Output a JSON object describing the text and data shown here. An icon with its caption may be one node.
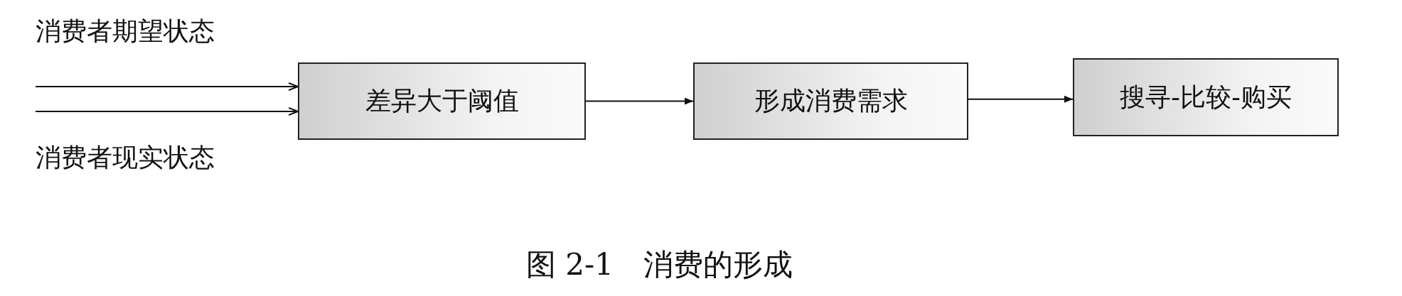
{
  "diagram": {
    "caption": "图 2-1　消费的形成",
    "nodes": [
      {
        "text": [
          "差异大于阈值"
        ]
      },
      {
        "text": [
          "形成消费需求"
        ]
      },
      {
        "text": [
          "搜寻-比较-购买"
        ]
      }
    ],
    "edges": [
      {
        "from": null,
        "to": 0,
        "arrow": "to",
        "label": "消费者期望状态"
      },
      {
        "from": null,
        "to": 0,
        "arrow": "to",
        "label": "消费者现实状态"
      },
      {
        "from": 0,
        "to": 1,
        "arrow": "to"
      },
      {
        "from": 1,
        "to": 2,
        "arrow": "to"
      }
    ]
  }
}
